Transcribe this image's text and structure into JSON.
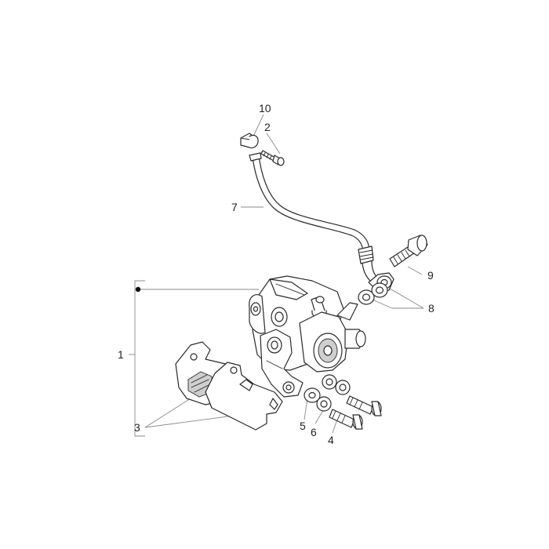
{
  "diagram": {
    "accent_color": "#2a2a2a",
    "leader_color": "#8a8a8a",
    "callouts": {
      "c1": "1",
      "c2": "2",
      "c3": "3",
      "c4": "4",
      "c5": "5",
      "c6": "6",
      "c7": "7",
      "c8": "8",
      "c9": "9",
      "c10": "10"
    }
  }
}
